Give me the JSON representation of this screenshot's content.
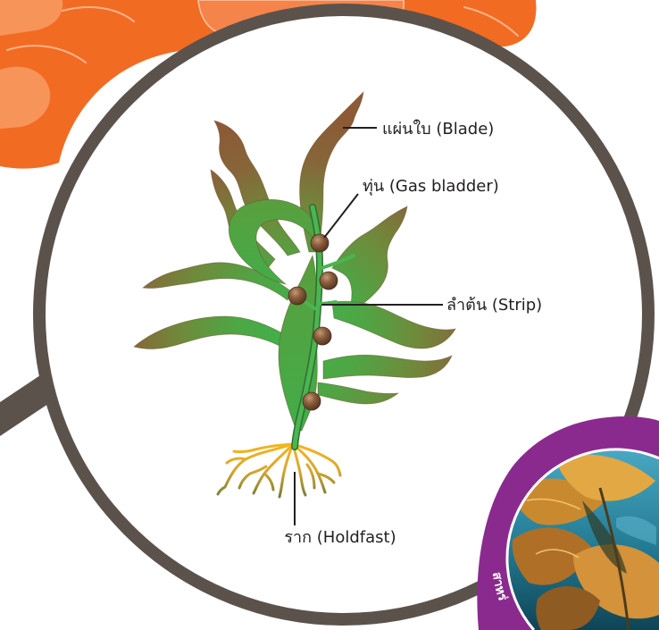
{
  "diagram": {
    "labels": {
      "blade": "แผ่นใบ (Blade)",
      "gas_bladder": "ทุ่น (Gas bladder)",
      "strip": "ลำต้น (Strip)",
      "holdfast": "ราก (Holdfast)"
    }
  },
  "inset": {
    "caption": "สาหร่"
  },
  "colors": {
    "frame": "#5b524c",
    "orange": "#f26b22",
    "purple": "#8b2a8e",
    "label_text": "#231f20",
    "caption_text": "#ffffff"
  }
}
